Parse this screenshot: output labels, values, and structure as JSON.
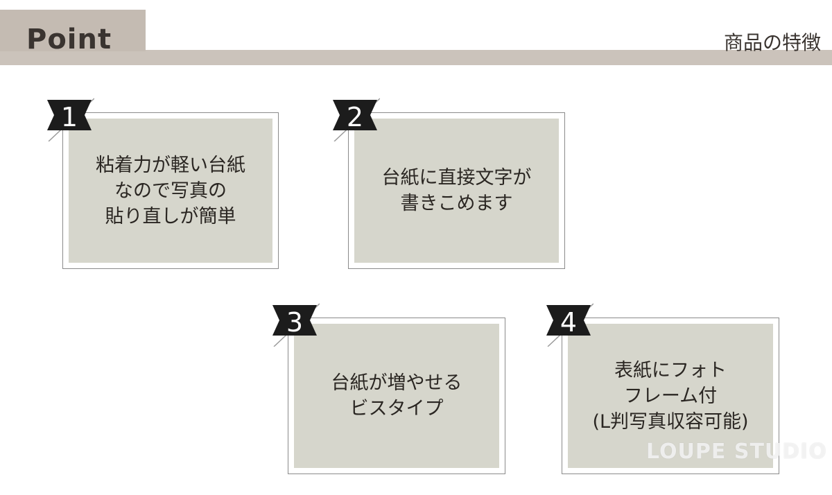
{
  "header": {
    "point_label": "Point",
    "subtitle": "商品の特徴"
  },
  "cards": [
    {
      "number": "1",
      "text": "粘着力が軽い台紙\nなので写真の\n貼り直しが簡単"
    },
    {
      "number": "2",
      "text": "台紙に直接文字が\n書きこめます"
    },
    {
      "number": "3",
      "text": "台紙が増やせる\nビスタイプ"
    },
    {
      "number": "4",
      "text": "表紙にフォト\nフレーム付\n(L判写真収容可能)"
    }
  ],
  "watermark": "LOUPE STUDIO",
  "colors": {
    "header_tab": "#c4bbb2",
    "header_bar": "#cbc3bb",
    "card_fill": "#d6d6cc",
    "badge": "#1c1c1c"
  }
}
